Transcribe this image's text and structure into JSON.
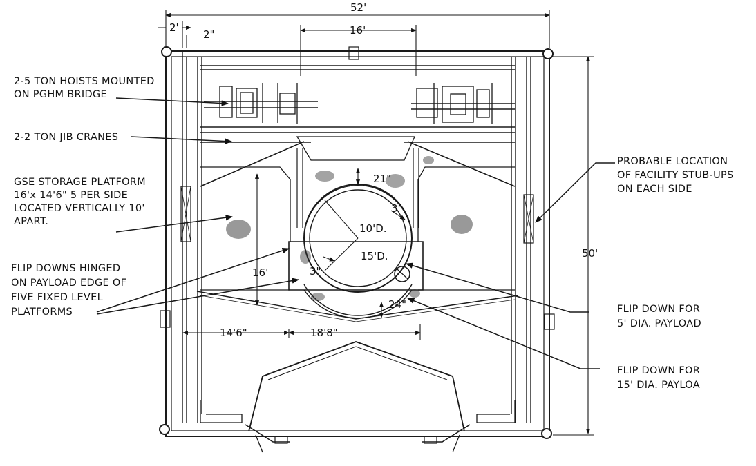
{
  "labels": {
    "hoists": [
      "2-5 TON HOISTS MOUNTED",
      "ON PGHM BRIDGE"
    ],
    "jib": [
      "2-2 TON JIB CRANES"
    ],
    "gse": [
      "GSE STORAGE PLATFORM",
      "16'x 14'6\" 5 PER SIDE",
      "LOCATED VERTICALLY 10'",
      "APART."
    ],
    "flip_hinged": [
      "FLIP DOWNS HINGED",
      "ON PAYLOAD EDGE OF",
      "FIVE FIXED LEVEL",
      "PLATFORMS"
    ],
    "stub_ups": [
      "PROBABLE LOCATION",
      "OF FACILITY STUB-UPS",
      "ON EACH SIDE"
    ],
    "flip5": [
      "FLIP DOWN FOR",
      "5' DIA. PAYLOAD"
    ],
    "flip15": [
      "FLIP DOWN FOR",
      "15' DIA. PAYLOA"
    ]
  },
  "dimensions": {
    "overall_width": "52'",
    "wall": "2'",
    "gap": "2\"",
    "bridge": "16'",
    "height": "50'",
    "platform_depth": "16'",
    "platform_width": "14'6\"",
    "opening": "18'8\"",
    "clear_top": "21\"",
    "clear_bottom": "24\"",
    "clear_ring": "3\"",
    "clear_ring_left": "3\"",
    "inner_dia": "10'D.",
    "outer_dia": "15'D."
  }
}
